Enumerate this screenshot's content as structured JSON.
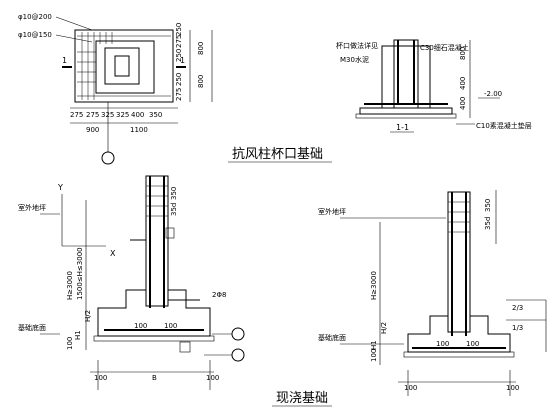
{
  "titles": {
    "cup_foundation": "抗风柱杯口基础",
    "cast_foundation": "现浇基础"
  },
  "plan": {
    "rebar1": "φ10@200",
    "rebar2": "φ10@150",
    "section_mark": "1",
    "dims_right": [
      "250",
      "275",
      "800",
      "250",
      "250",
      "800",
      "275"
    ],
    "dims_bottom_row1": [
      "275",
      "275",
      "325",
      "325",
      "400",
      "350"
    ],
    "dims_bottom_row2": [
      "900",
      "1100"
    ]
  },
  "section_1": {
    "label": "1-1",
    "notes": [
      "杯口做法详见",
      "M30水泥",
      "C30细石混凝土",
      "C10素混凝土垫层"
    ],
    "dims": [
      "800",
      "400",
      "400"
    ],
    "elevation": "-2.00"
  },
  "left_detail": {
    "axis_y": "Y",
    "axis_x": "X",
    "dims_v": [
      "350",
      "35d",
      "1500≤H≤3000",
      "H≥3000",
      "H1",
      "H/2",
      "100"
    ],
    "dims_h": [
      "100",
      "B",
      "100"
    ],
    "rebar": "2Φ8",
    "cover": [
      "100",
      "100"
    ],
    "labels": [
      "室外地坪",
      "基础底面"
    ]
  },
  "right_detail": {
    "dims_v": [
      "350",
      "35d",
      "H≥3000",
      "H1",
      "H/2",
      "100"
    ],
    "dims_h": [
      "100",
      "100"
    ],
    "cover": [
      "100",
      "100"
    ],
    "labels": [
      "室外地坪",
      "基础底面"
    ],
    "side_marks": [
      "2/3",
      "1/3"
    ]
  }
}
